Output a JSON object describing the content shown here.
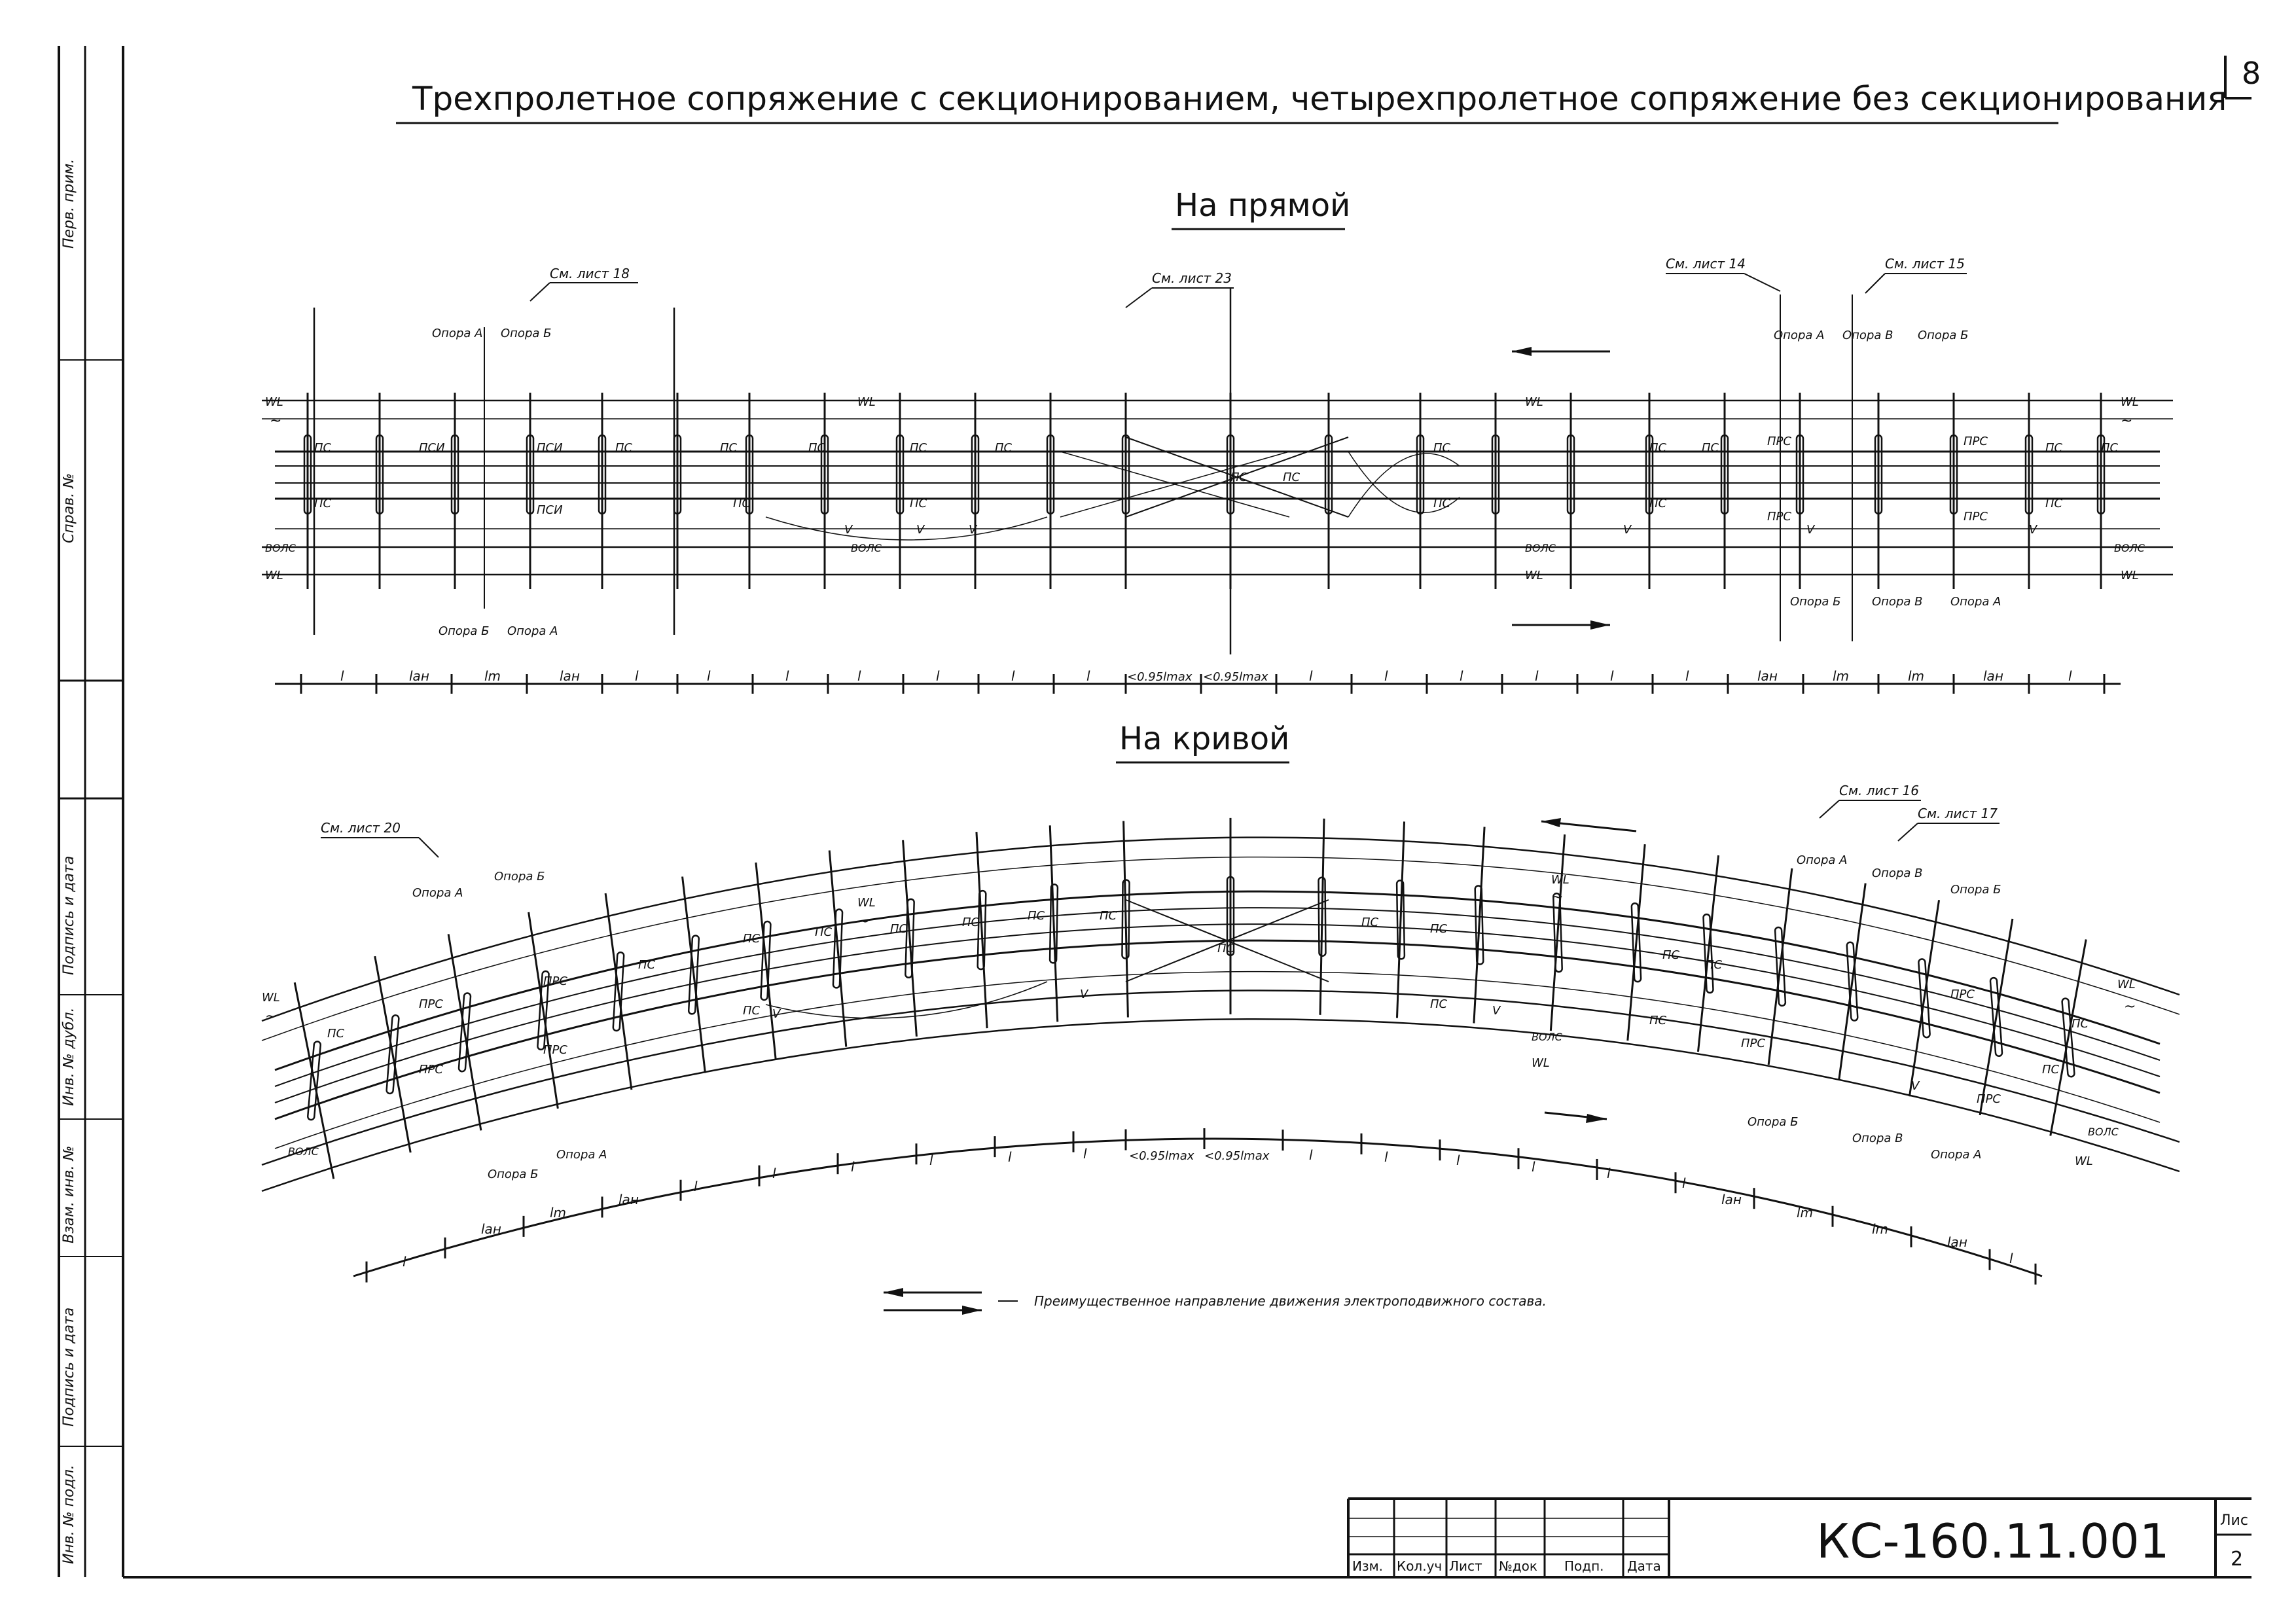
{
  "sheet": {
    "title": "Трехпролетное сопряжение с секционированием, четырехпролетное сопряжение без секционирования",
    "page_number": "8",
    "document_code": "КС-160.11.001",
    "sheet_label": "Лис",
    "sheet_value": "2"
  },
  "side_stamp": {
    "perv_prim": "Перв. прим.",
    "sprav_no": "Справ. №",
    "podpis_1": "Подпись и дата",
    "inv_dubl": "Инв. № дубл.",
    "vzam_inv": "Взам. инв. №",
    "podpis_2": "Подпись и дата",
    "inv_podl": "Инв. № подл."
  },
  "title_block": {
    "izm": "Изм.",
    "kol_uch": "Кол.уч",
    "list": "Лист",
    "ndok": "№док",
    "podp": "Подп.",
    "data": "Дата"
  },
  "straight": {
    "heading": "На прямой",
    "ref_18": "См. лист 18",
    "ref_23": "См. лист 23",
    "ref_14": "См. лист 14",
    "ref_15": "См. лист 15",
    "opora_a_top": "Опора А",
    "opora_b_top": "Опора Б",
    "opora_b_bottom": "Опора Б",
    "opora_a_bottom": "Опора А",
    "r_opora_a_top": "Опора А",
    "r_opora_v_top": "Опора В",
    "r_opora_b_top": "Опора Б",
    "r_opora_b_bottom": "Опора Б",
    "r_opora_v_bottom": "Опора В",
    "r_opora_a_bottom": "Опора А",
    "wl": "WL",
    "vols": "ВОЛС",
    "tilde": "~",
    "ps": "ПС",
    "psi": "ПСИ",
    "prs": "ПРС",
    "v": "V",
    "dim_l": "l",
    "dim_lan": "lан",
    "dim_lm": "lm",
    "dim_095": "<0.95lmax"
  },
  "curve": {
    "heading": "На кривой",
    "ref_20": "См. лист 20",
    "ref_16": "См. лист 16",
    "ref_17": "См. лист 17",
    "opora_a_top": "Опора А",
    "opora_b_top": "Опора Б",
    "opora_b_bottom": "Опора Б",
    "opora_a_bottom": "Опора А",
    "r_opora_a_top": "Опора А",
    "r_opora_v_top": "Опора В",
    "r_opora_b_top": "Опора Б",
    "r_opora_b_bottom": "Опора Б",
    "r_opora_v_bottom": "Опора В",
    "r_opora_a_bottom": "Опора А",
    "wl": "WL",
    "vols": "ВОЛС",
    "tilde": "~",
    "ps": "ПС",
    "prs": "ПРС",
    "v": "V",
    "dim_l": "l",
    "dim_lan": "lан",
    "dim_lm": "lm",
    "dim_095": "<0.95lmax"
  },
  "legend": {
    "text": "Преимущественное направление движения электроподвижного состава."
  }
}
